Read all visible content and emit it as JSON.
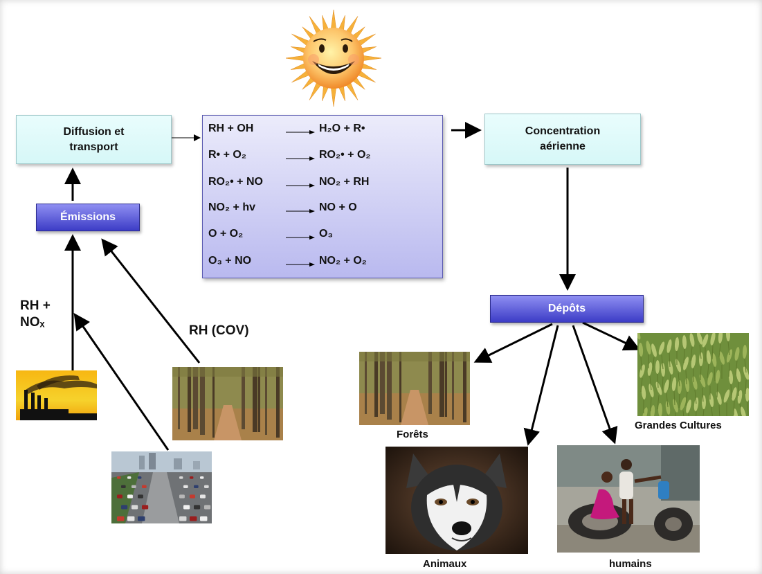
{
  "nodes": {
    "diffusion": [
      "Diffusion et",
      "transport"
    ],
    "emissions": "Émissions",
    "concentration": [
      "Concentration",
      "aérienne"
    ],
    "depots": "Dépôts"
  },
  "reactions": [
    {
      "lhs": "RH + OH",
      "rhs": "H₂O + R•"
    },
    {
      "lhs": "R• + O₂",
      "rhs": "RO₂• + O₂"
    },
    {
      "lhs": "RO₂• + NO",
      "rhs": "NO₂ + RH"
    },
    {
      "lhs": "NO₂ + hv",
      "rhs": "NO + O"
    },
    {
      "lhs": "O + O₂",
      "rhs": "O₃"
    },
    {
      "lhs": "O₃ + NO",
      "rhs": "NO₂ + O₂"
    }
  ],
  "source_labels": {
    "rh_nox": [
      "RH +",
      "NOₓ"
    ],
    "rh_cov": "RH (COV)"
  },
  "receptors": {
    "forets": "Forêts",
    "grandes_cultures": "Grandes Cultures",
    "animaux": "Animaux",
    "humains": "humains"
  },
  "colors": {
    "box_cyan": "#dff9f9",
    "box_blue": "#4a4ad0",
    "reaction_box": "#c9c9f3",
    "arrow": "#000000"
  },
  "pictures": [
    "sun-face",
    "factory-smokestacks",
    "highway-traffic",
    "forest-path",
    "forest-path",
    "wheat-field",
    "husky-dog",
    "children-playing"
  ]
}
